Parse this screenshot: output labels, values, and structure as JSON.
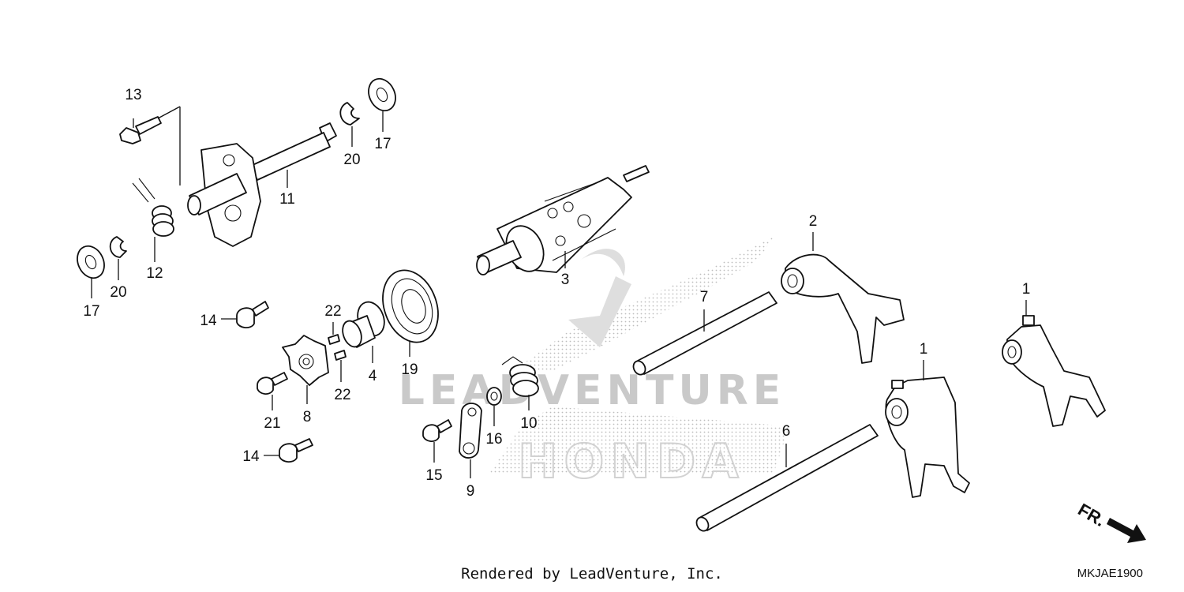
{
  "diagram": {
    "watermark_wordmark": "LEADVENTURE",
    "watermark_brand": "HONDA",
    "direction_marker": "FR.",
    "footer_text": "Rendered by LeadVenture, Inc.",
    "diagram_code": "MKJAE1900",
    "callouts": {
      "p1a": "1",
      "p1b": "1",
      "p2": "2",
      "p3": "3",
      "p4": "4",
      "p6": "6",
      "p7": "7",
      "p8": "8",
      "p9": "9",
      "p10": "10",
      "p11": "11",
      "p12": "12",
      "p13": "13",
      "p14a": "14",
      "p14b": "14",
      "p15": "15",
      "p16": "16",
      "p17a": "17",
      "p17b": "17",
      "p19": "19",
      "p20a": "20",
      "p20b": "20",
      "p21": "21",
      "p22a": "22",
      "p22b": "22"
    }
  }
}
